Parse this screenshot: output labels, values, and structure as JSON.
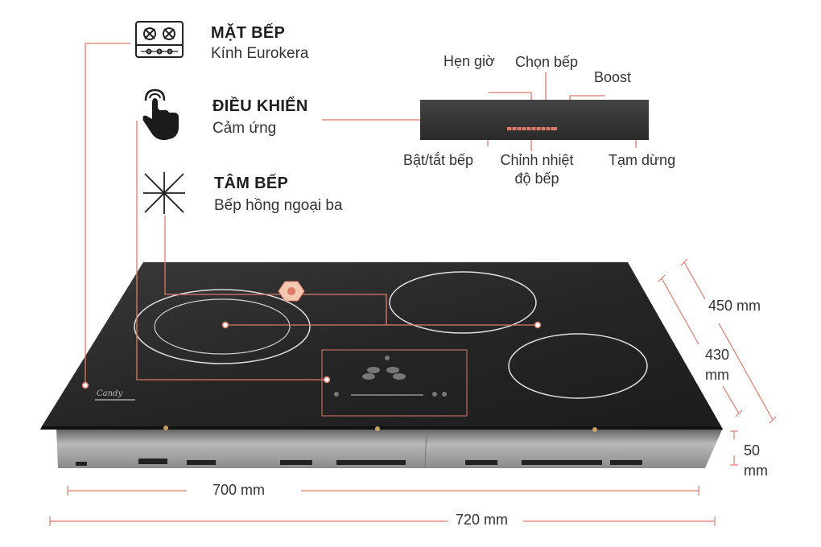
{
  "features": [
    {
      "title": "MẶT BẾP",
      "value": "Kính Eurokera",
      "icon": "burner-icon"
    },
    {
      "title": "ĐIỀU KHIỂN",
      "value": "Cảm ứng",
      "icon": "touch-hand-icon"
    },
    {
      "title": "TÂM BẾP",
      "value": "Bếp hồng ngoại ba",
      "icon": "heat-center-icon"
    }
  ],
  "control_panel": {
    "timer": "Hẹn giờ",
    "select_zone": "Chọn bếp",
    "boost": "Boost",
    "power": "Bật/tắt bếp",
    "temp_line1": "Chỉnh nhiệt",
    "temp_line2": "độ bếp",
    "pause": "Tạm dừng"
  },
  "dimensions": {
    "depth_outer": "450 mm",
    "depth_inner_line1": "430",
    "depth_inner_line2": "mm",
    "height_line1": "50",
    "height_line2": "mm",
    "width_inner": "700 mm",
    "width_outer": "720 mm"
  },
  "brand": "Candy",
  "colors": {
    "accent": "#e07a6a",
    "glass": "#2b2b2b",
    "body": "#9a9a9a"
  }
}
